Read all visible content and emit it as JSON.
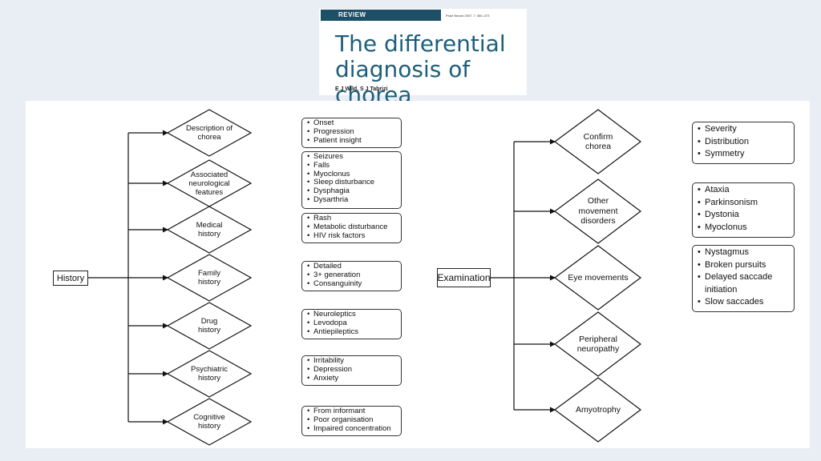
{
  "paper": {
    "section_label": "REVIEW",
    "citation": "Pract Neurol 2007; 7: 360–373",
    "title": "The differential diagnosis of chorea",
    "authors": "E J Wild, S J Tabrizi"
  },
  "history": {
    "root": "History",
    "items": [
      {
        "diamond": "Description of chorea",
        "bullets": [
          "Onset",
          "Progression",
          "Patient insight"
        ]
      },
      {
        "diamond": "Associated neurological features",
        "bullets": [
          "Seizures",
          "Falls",
          "Myoclonus",
          "Sleep disturbance",
          "Dysphagia",
          "Dysarthria"
        ]
      },
      {
        "diamond": "Medical history",
        "bullets": [
          "Rash",
          "Metabolic disturbance",
          "HIV risk factors"
        ]
      },
      {
        "diamond": "Family history",
        "bullets": [
          "Detailed",
          "3+ generation",
          "Consanguinity"
        ]
      },
      {
        "diamond": "Drug history",
        "bullets": [
          "Neuroleptics",
          "Levodopa",
          "Antiepileptics"
        ]
      },
      {
        "diamond": "Psychiatric history",
        "bullets": [
          "Irritability",
          "Depression",
          "Anxiety"
        ]
      },
      {
        "diamond": "Cognitive history",
        "bullets": [
          "From informant",
          "Poor organisation",
          "Impaired concentration"
        ]
      }
    ]
  },
  "examination": {
    "root": "Examination",
    "items": [
      {
        "diamond": "Confirm chorea",
        "bullets": [
          "Severity",
          "Distribution",
          "Symmetry"
        ]
      },
      {
        "diamond": "Other movement disorders",
        "bullets": [
          "Ataxia",
          "Parkinsonism",
          "Dystonia",
          "Myoclonus"
        ]
      },
      {
        "diamond": "Eye movements",
        "bullets": [
          "Nystagmus",
          "Broken pursuits",
          "Delayed saccade initiation",
          "Slow saccades"
        ]
      },
      {
        "diamond": "Peripheral neuropathy",
        "bullets": []
      },
      {
        "diamond": "Amyotrophy",
        "bullets": []
      }
    ]
  },
  "colors": {
    "review_bar": "#1d4f66",
    "title": "#1d5f7a",
    "background": "#e9edf4"
  }
}
